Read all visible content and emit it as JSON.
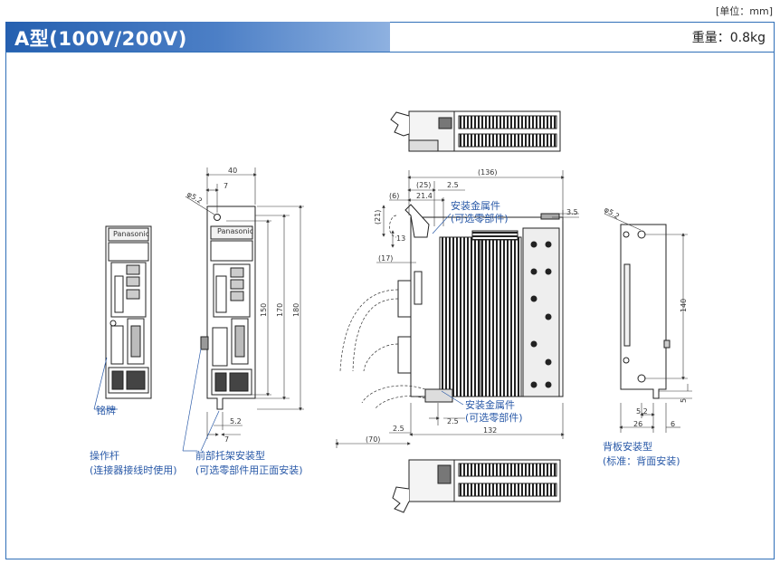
{
  "header": {
    "unit": "[单位：mm]",
    "title": "A型(100V/200V)",
    "weight": "重量：0.8kg"
  },
  "dims": {
    "width_40": "40",
    "d7_top": "7",
    "hole_left": "φ5.2",
    "h150": "150",
    "h170": "170",
    "h180": "180",
    "d5_2_bottom": "5.2",
    "d7_bottom": "7",
    "d136": "(136)",
    "d25": "(25)",
    "d2_5_top": "2.5",
    "d6": "(6)",
    "d21_4": "21.4",
    "d21": "(21)",
    "d13": "13",
    "d17": "(17)",
    "d3_5": "3.5",
    "d2_5_bottom": "2.5",
    "d132": "132",
    "d70": "(70)",
    "d2_5_left": "2.5",
    "hole_right": "φ5.2",
    "h140": "140",
    "d5_2_right": "5.2",
    "d26": "26",
    "d6_right": "6",
    "d5_right": "5"
  },
  "brand": {
    "logo": "Panasonic"
  },
  "labels": {
    "bracket_top": [
      "安装金属件",
      "(可选零部件)"
    ],
    "bracket_bottom": [
      "安装金属件",
      "(可选零部件)"
    ],
    "nameplate": "铭牌",
    "lever": [
      "操作杆",
      "(连接器接线时使用)"
    ],
    "front_mount": [
      "前部托架安装型",
      "(可选零部件用正面安装)"
    ],
    "back_mount": [
      "背板安装型",
      "(标准：背面安装)"
    ]
  }
}
